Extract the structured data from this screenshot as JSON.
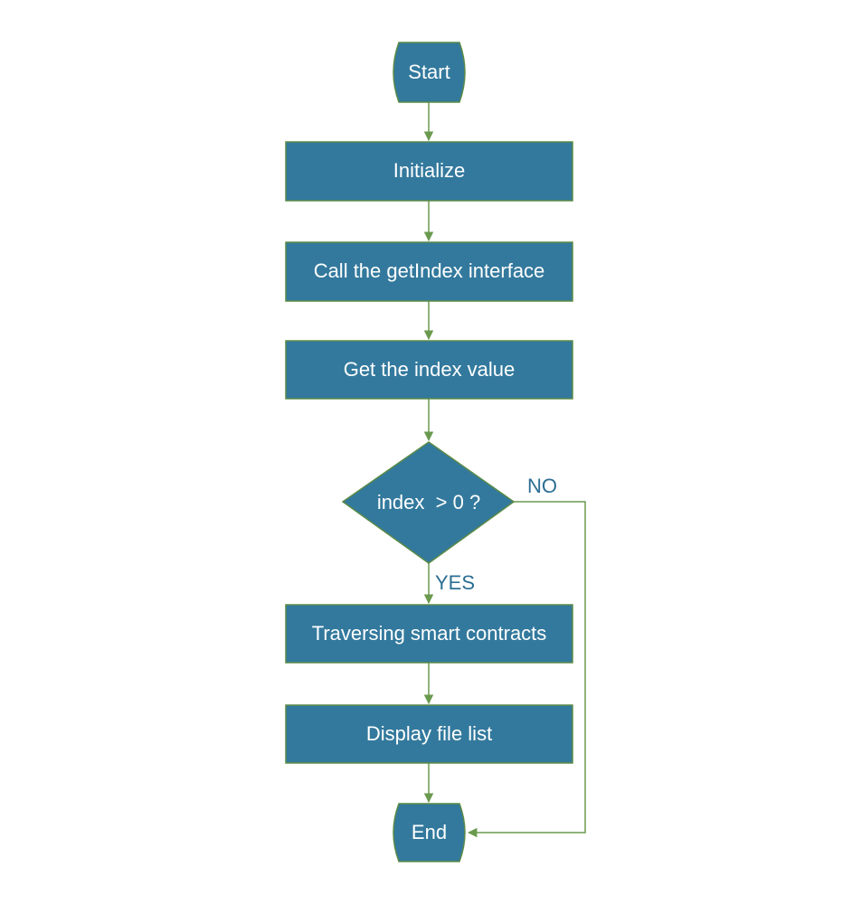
{
  "colors": {
    "node_fill": "#33799d",
    "node_border": "#5a8a47",
    "edge": "#6a9a4f",
    "label_text": "#ffffff",
    "branch_label": "#2c6e93"
  },
  "nodes": {
    "start": "Start",
    "initialize": "Initialize",
    "call_get_index": "Call the getIndex interface",
    "get_index_value": "Get the index value",
    "decision": "index  > 0 ?",
    "traverse": "Traversing smart contracts",
    "display": "Display file list",
    "end": "End"
  },
  "branches": {
    "yes": "YES",
    "no": "NO"
  }
}
